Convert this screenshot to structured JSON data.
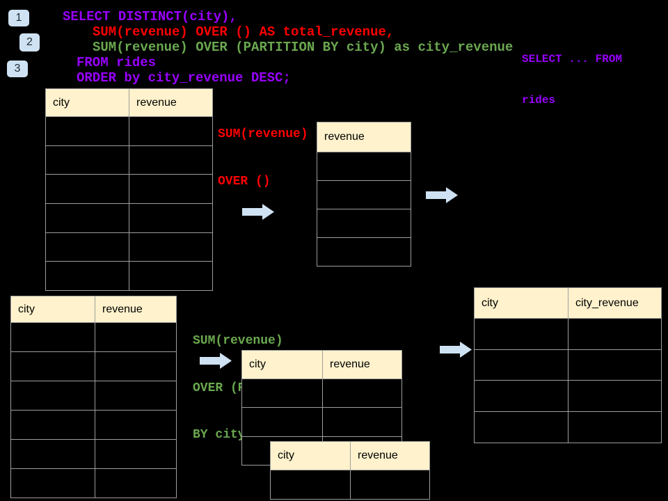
{
  "colors": {
    "background": "#000000",
    "sql_purple": "#9900FF",
    "sql_red": "#FF0000",
    "sql_green": "#6AA84F",
    "table_header_fill": "#FFF2CC",
    "table_border": "#9E9E9E",
    "arrow_fill": "#CFE2F3",
    "badge_fill": "#CFE2F3"
  },
  "badges": [
    "1",
    "2",
    "3"
  ],
  "sql": {
    "line1": "SELECT DISTINCT(city),",
    "line2": "SUM(revenue) OVER () AS total_revenue,",
    "line3": "SUM(revenue) OVER (PARTITION BY city) as city_revenue",
    "line4": "FROM rides",
    "line5": "ORDER by city_revenue DESC;"
  },
  "side_note": {
    "line1": "SELECT ... FROM",
    "line2": "rides"
  },
  "labels": {
    "total": {
      "line1": "SUM(revenue)",
      "line2": "OVER ()"
    },
    "partition": {
      "line1": "SUM(revenue)",
      "line2": "OVER (PARTITION",
      "line3": "BY city)"
    }
  },
  "tables": {
    "t1": {
      "headers": [
        "city",
        "revenue"
      ],
      "rows": 6
    },
    "t2": {
      "headers": [
        "revenue"
      ],
      "rows": 4
    },
    "t3": {
      "headers": [
        "city",
        "revenue"
      ],
      "rows": 6
    },
    "t4": {
      "headers": [
        "city",
        "revenue"
      ],
      "rows": 3
    },
    "t5": {
      "headers": [
        "city",
        "revenue"
      ],
      "rows": 1
    },
    "t6": {
      "headers": [
        "city",
        "city_revenue"
      ],
      "rows": 4
    }
  }
}
